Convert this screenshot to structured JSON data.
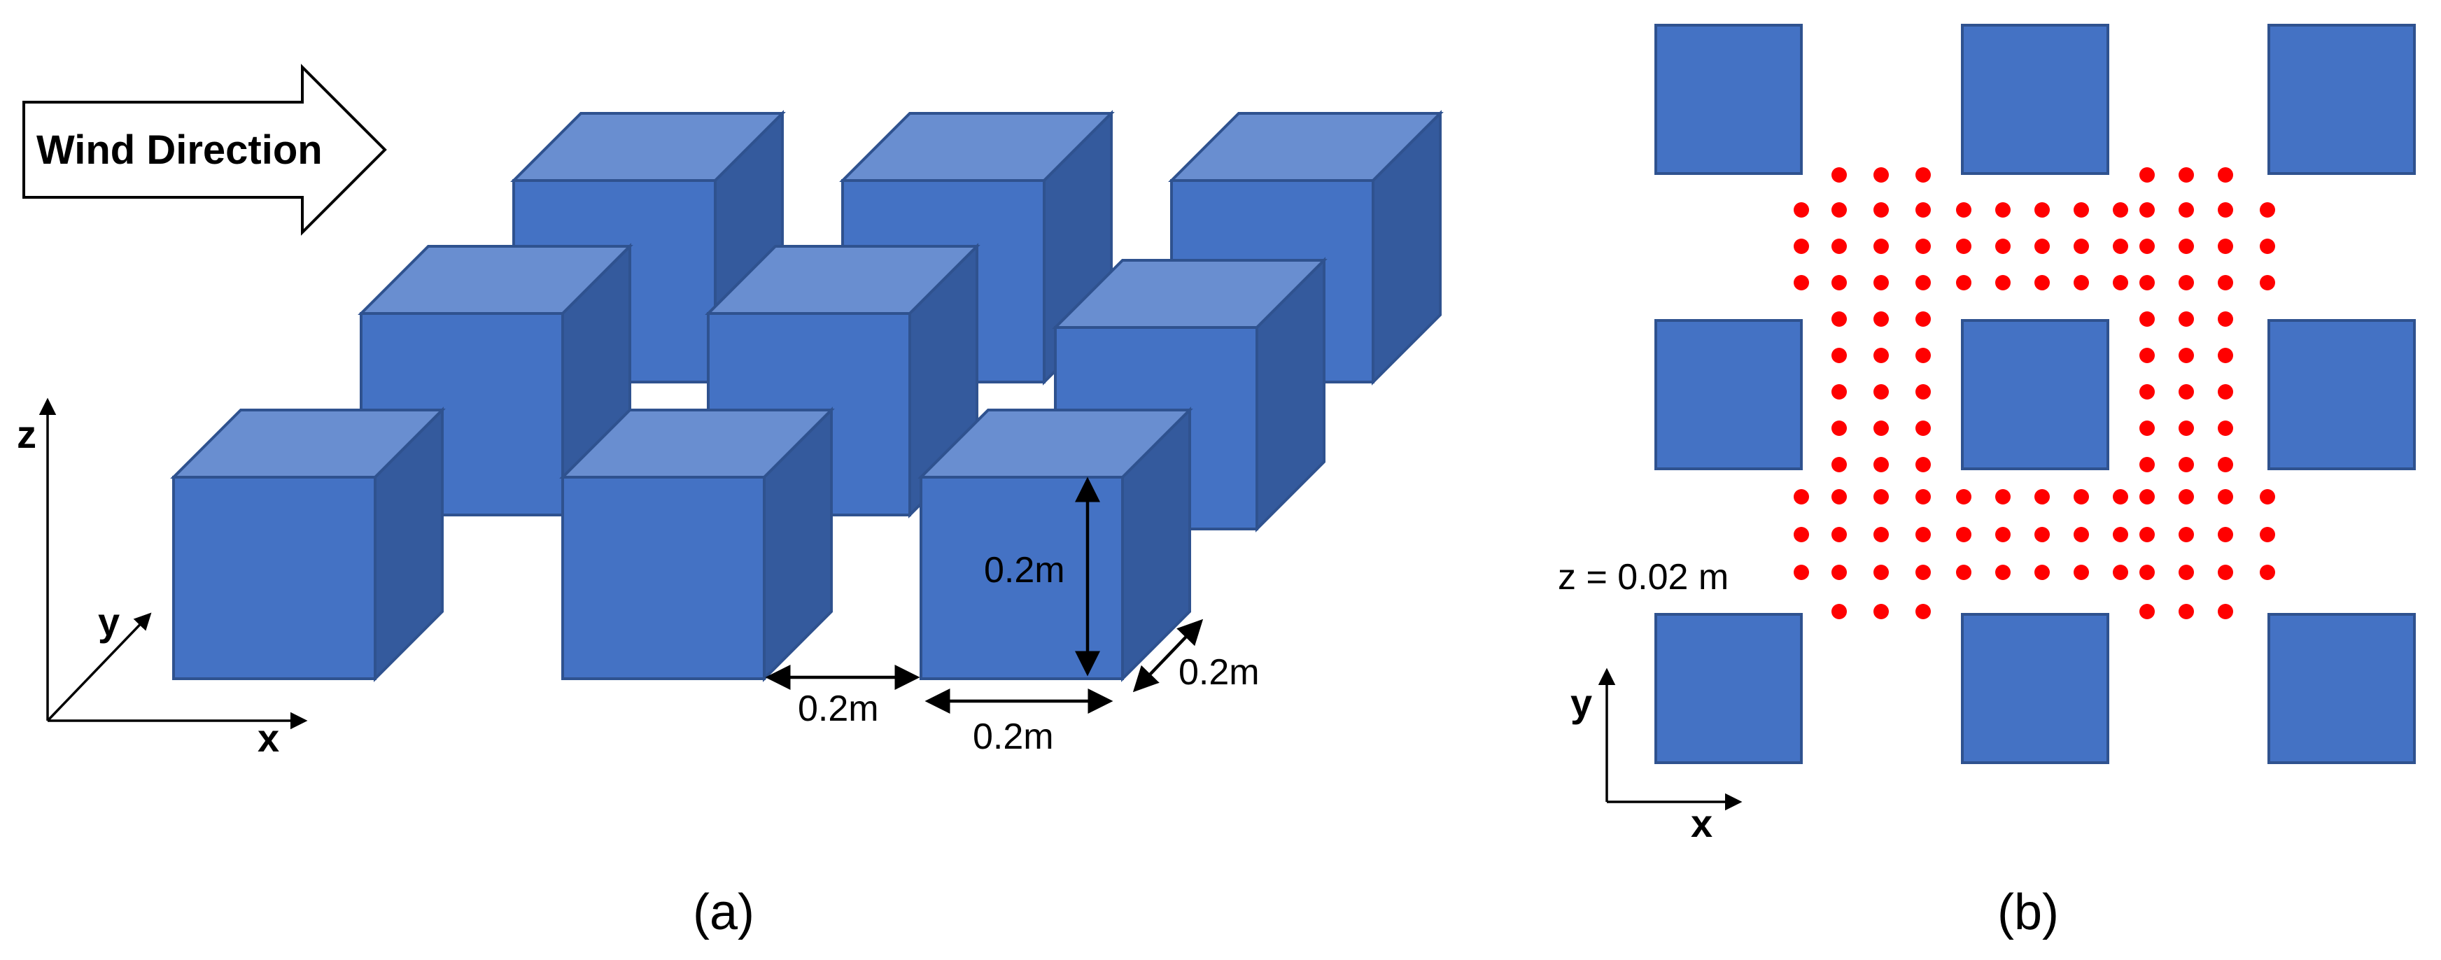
{
  "panel_a": {
    "caption": "(a)",
    "wind_label": "Wind Direction",
    "axes": {
      "x": "x",
      "y": "y",
      "z": "z"
    },
    "dimensions": {
      "height": "0.2m",
      "gap": "0.2m",
      "width": "0.2m",
      "depth": "0.2m"
    },
    "cube_count": 9
  },
  "panel_b": {
    "caption": "(b)",
    "plane_label": "z = 0.02 m",
    "axes": {
      "x": "x",
      "y": "y"
    },
    "block_count": 9,
    "colors": {
      "block": "#4472c4",
      "probe": "#ff0000"
    }
  },
  "colors": {
    "cube_front": "#4472c4",
    "cube_top": "#698ed0",
    "cube_side": "#345a9d",
    "outline": "#2f528f"
  }
}
